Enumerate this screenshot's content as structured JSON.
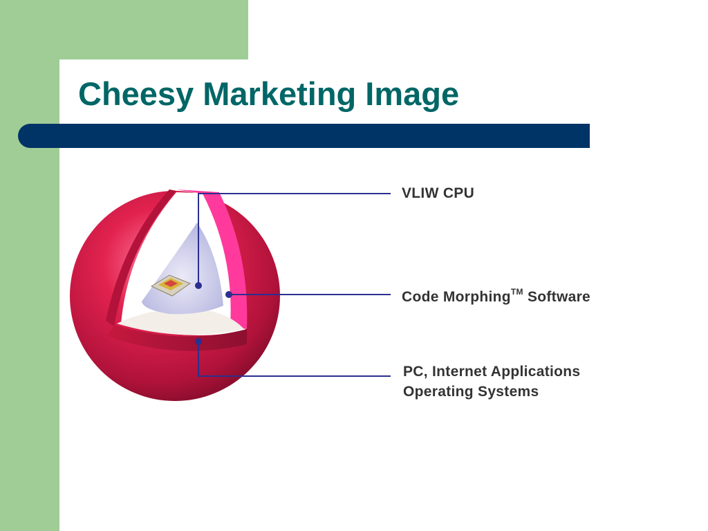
{
  "slide": {
    "title": "Cheesy Marketing Image"
  },
  "diagram": {
    "labels": {
      "vliw_cpu": "VLIW CPU",
      "code_morphing": "Code Morphing",
      "code_morphing_tm": "TM",
      "code_morphing_suffix": "Software",
      "pc_line1": "PC, Internet Applications",
      "pc_line2": "Operating Systems"
    }
  },
  "colors": {
    "green": "#a0cd96",
    "title_teal": "#006666",
    "bar_navy": "#003366",
    "sphere_red": "#d81e4a",
    "inner_pink": "#ff3a9c",
    "leader_line": "#2b2f8f"
  }
}
